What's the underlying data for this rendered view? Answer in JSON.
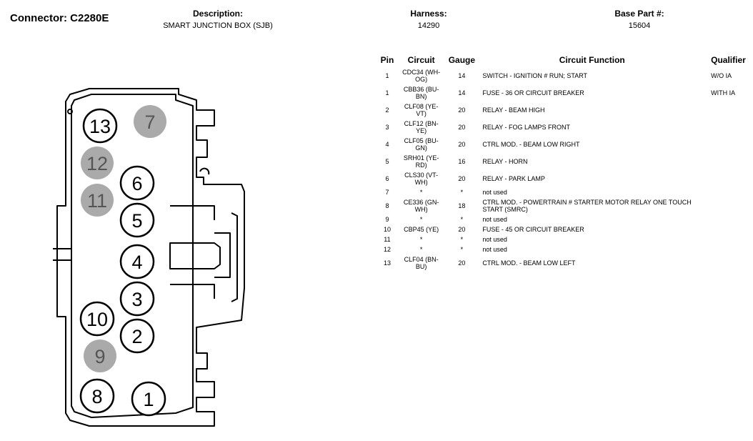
{
  "header": {
    "connector": "Connector: C2280E",
    "description_label": "Description:",
    "description_value": "SMART JUNCTION BOX (SJB)",
    "harness_label": "Harness:",
    "harness_value": "14290",
    "base_part_label": "Base Part #:",
    "base_part_value": "15604"
  },
  "table": {
    "columns": [
      "Pin",
      "Circuit",
      "Gauge",
      "Circuit Function",
      "Qualifier"
    ],
    "rows": [
      {
        "pin": "1",
        "circuit": "CDC34 (WH-OG)",
        "gauge": "14",
        "function": "SWITCH - IGNITION # RUN; START",
        "qualifier": "W/O IA"
      },
      {
        "pin": "1",
        "circuit": "CBB36 (BU-BN)",
        "gauge": "14",
        "function": "FUSE - 36 OR CIRCUIT BREAKER",
        "qualifier": "WITH IA"
      },
      {
        "pin": "2",
        "circuit": "CLF08 (YE-VT)",
        "gauge": "20",
        "function": "RELAY - BEAM HIGH",
        "qualifier": ""
      },
      {
        "pin": "3",
        "circuit": "CLF12 (BN-YE)",
        "gauge": "20",
        "function": "RELAY - FOG LAMPS FRONT",
        "qualifier": ""
      },
      {
        "pin": "4",
        "circuit": "CLF05 (BU-GN)",
        "gauge": "20",
        "function": "CTRL MOD. - BEAM LOW RIGHT",
        "qualifier": ""
      },
      {
        "pin": "5",
        "circuit": "SRH01 (YE-RD)",
        "gauge": "16",
        "function": "RELAY - HORN",
        "qualifier": ""
      },
      {
        "pin": "6",
        "circuit": "CLS30 (VT-WH)",
        "gauge": "20",
        "function": "RELAY - PARK LAMP",
        "qualifier": ""
      },
      {
        "pin": "7",
        "circuit": "*",
        "gauge": "*",
        "function": "not used",
        "qualifier": ""
      },
      {
        "pin": "8",
        "circuit": "CE336 (GN-WH)",
        "gauge": "18",
        "function": "CTRL MOD. - POWERTRAIN # STARTER MOTOR RELAY ONE TOUCH START (SMRC)",
        "qualifier": ""
      },
      {
        "pin": "9",
        "circuit": "*",
        "gauge": "*",
        "function": "not used",
        "qualifier": ""
      },
      {
        "pin": "10",
        "circuit": "CBP45 (YE)",
        "gauge": "20",
        "function": "FUSE - 45 OR CIRCUIT BREAKER",
        "qualifier": ""
      },
      {
        "pin": "11",
        "circuit": "*",
        "gauge": "*",
        "function": "not used",
        "qualifier": ""
      },
      {
        "pin": "12",
        "circuit": "*",
        "gauge": "*",
        "function": "not used",
        "qualifier": ""
      },
      {
        "pin": "13",
        "circuit": "CLF04 (BN-BU)",
        "gauge": "20",
        "function": "CTRL MOD. - BEAM LOW LEFT",
        "qualifier": ""
      }
    ]
  },
  "diagram": {
    "pins": [
      {
        "label": "13",
        "used": true
      },
      {
        "label": "7",
        "used": false
      },
      {
        "label": "12",
        "used": false
      },
      {
        "label": "6",
        "used": true
      },
      {
        "label": "11",
        "used": false
      },
      {
        "label": "5",
        "used": true
      },
      {
        "label": "4",
        "used": true
      },
      {
        "label": "3",
        "used": true
      },
      {
        "label": "10",
        "used": true
      },
      {
        "label": "2",
        "used": true
      },
      {
        "label": "9",
        "used": false
      },
      {
        "label": "8",
        "used": true
      },
      {
        "label": "1",
        "used": true
      }
    ],
    "colors": {
      "unused_fill": "#aaaaaa",
      "unused_text": "#555555",
      "outline": "#000000"
    }
  }
}
